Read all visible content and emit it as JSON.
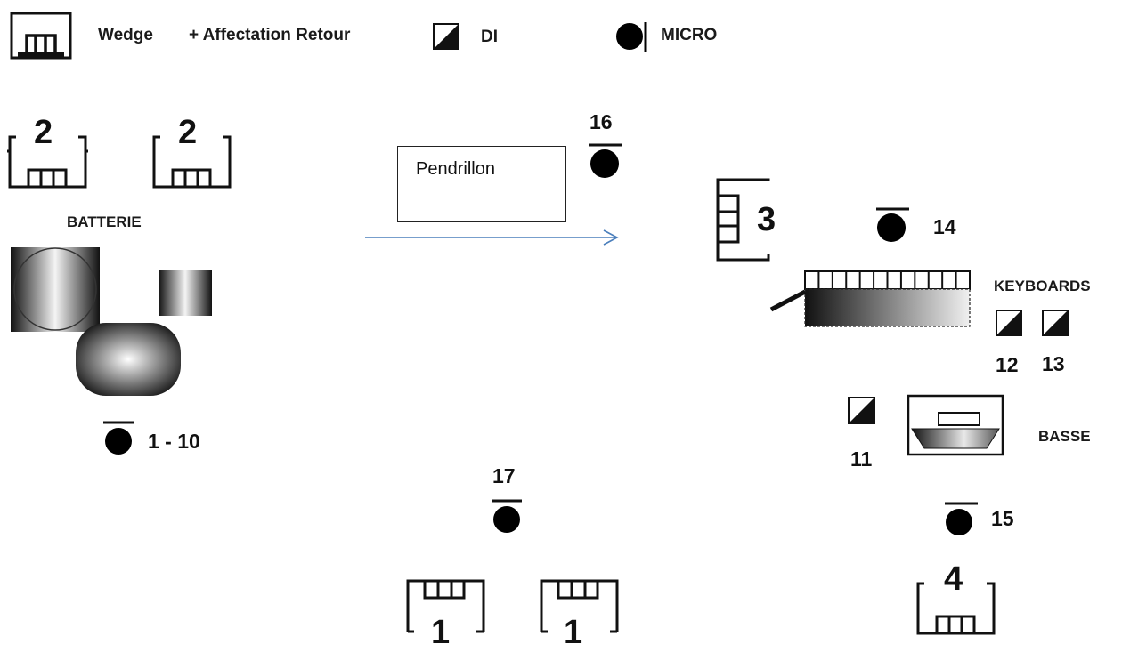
{
  "legend": {
    "wedge": "Wedge",
    "retour": "+ Affectation Retour",
    "di": "DI",
    "micro": "MICRO"
  },
  "wedges": {
    "drum_left": "2",
    "drum_right": "2",
    "keys": "3",
    "bass": "4",
    "front_left": "1",
    "front_right": "1"
  },
  "labels": {
    "batterie": "BATTERIE",
    "keyboards": "KEYBOARDS",
    "basse": "BASSE",
    "pendrillon": "Pendrillon"
  },
  "inputs": {
    "drums_mic": "1 - 10",
    "di_bass": "11",
    "di_keys_1": "12",
    "di_keys_2": "13",
    "keys_mic": "14",
    "bass_mic": "15",
    "center_mic": "16",
    "front_mic": "17"
  }
}
